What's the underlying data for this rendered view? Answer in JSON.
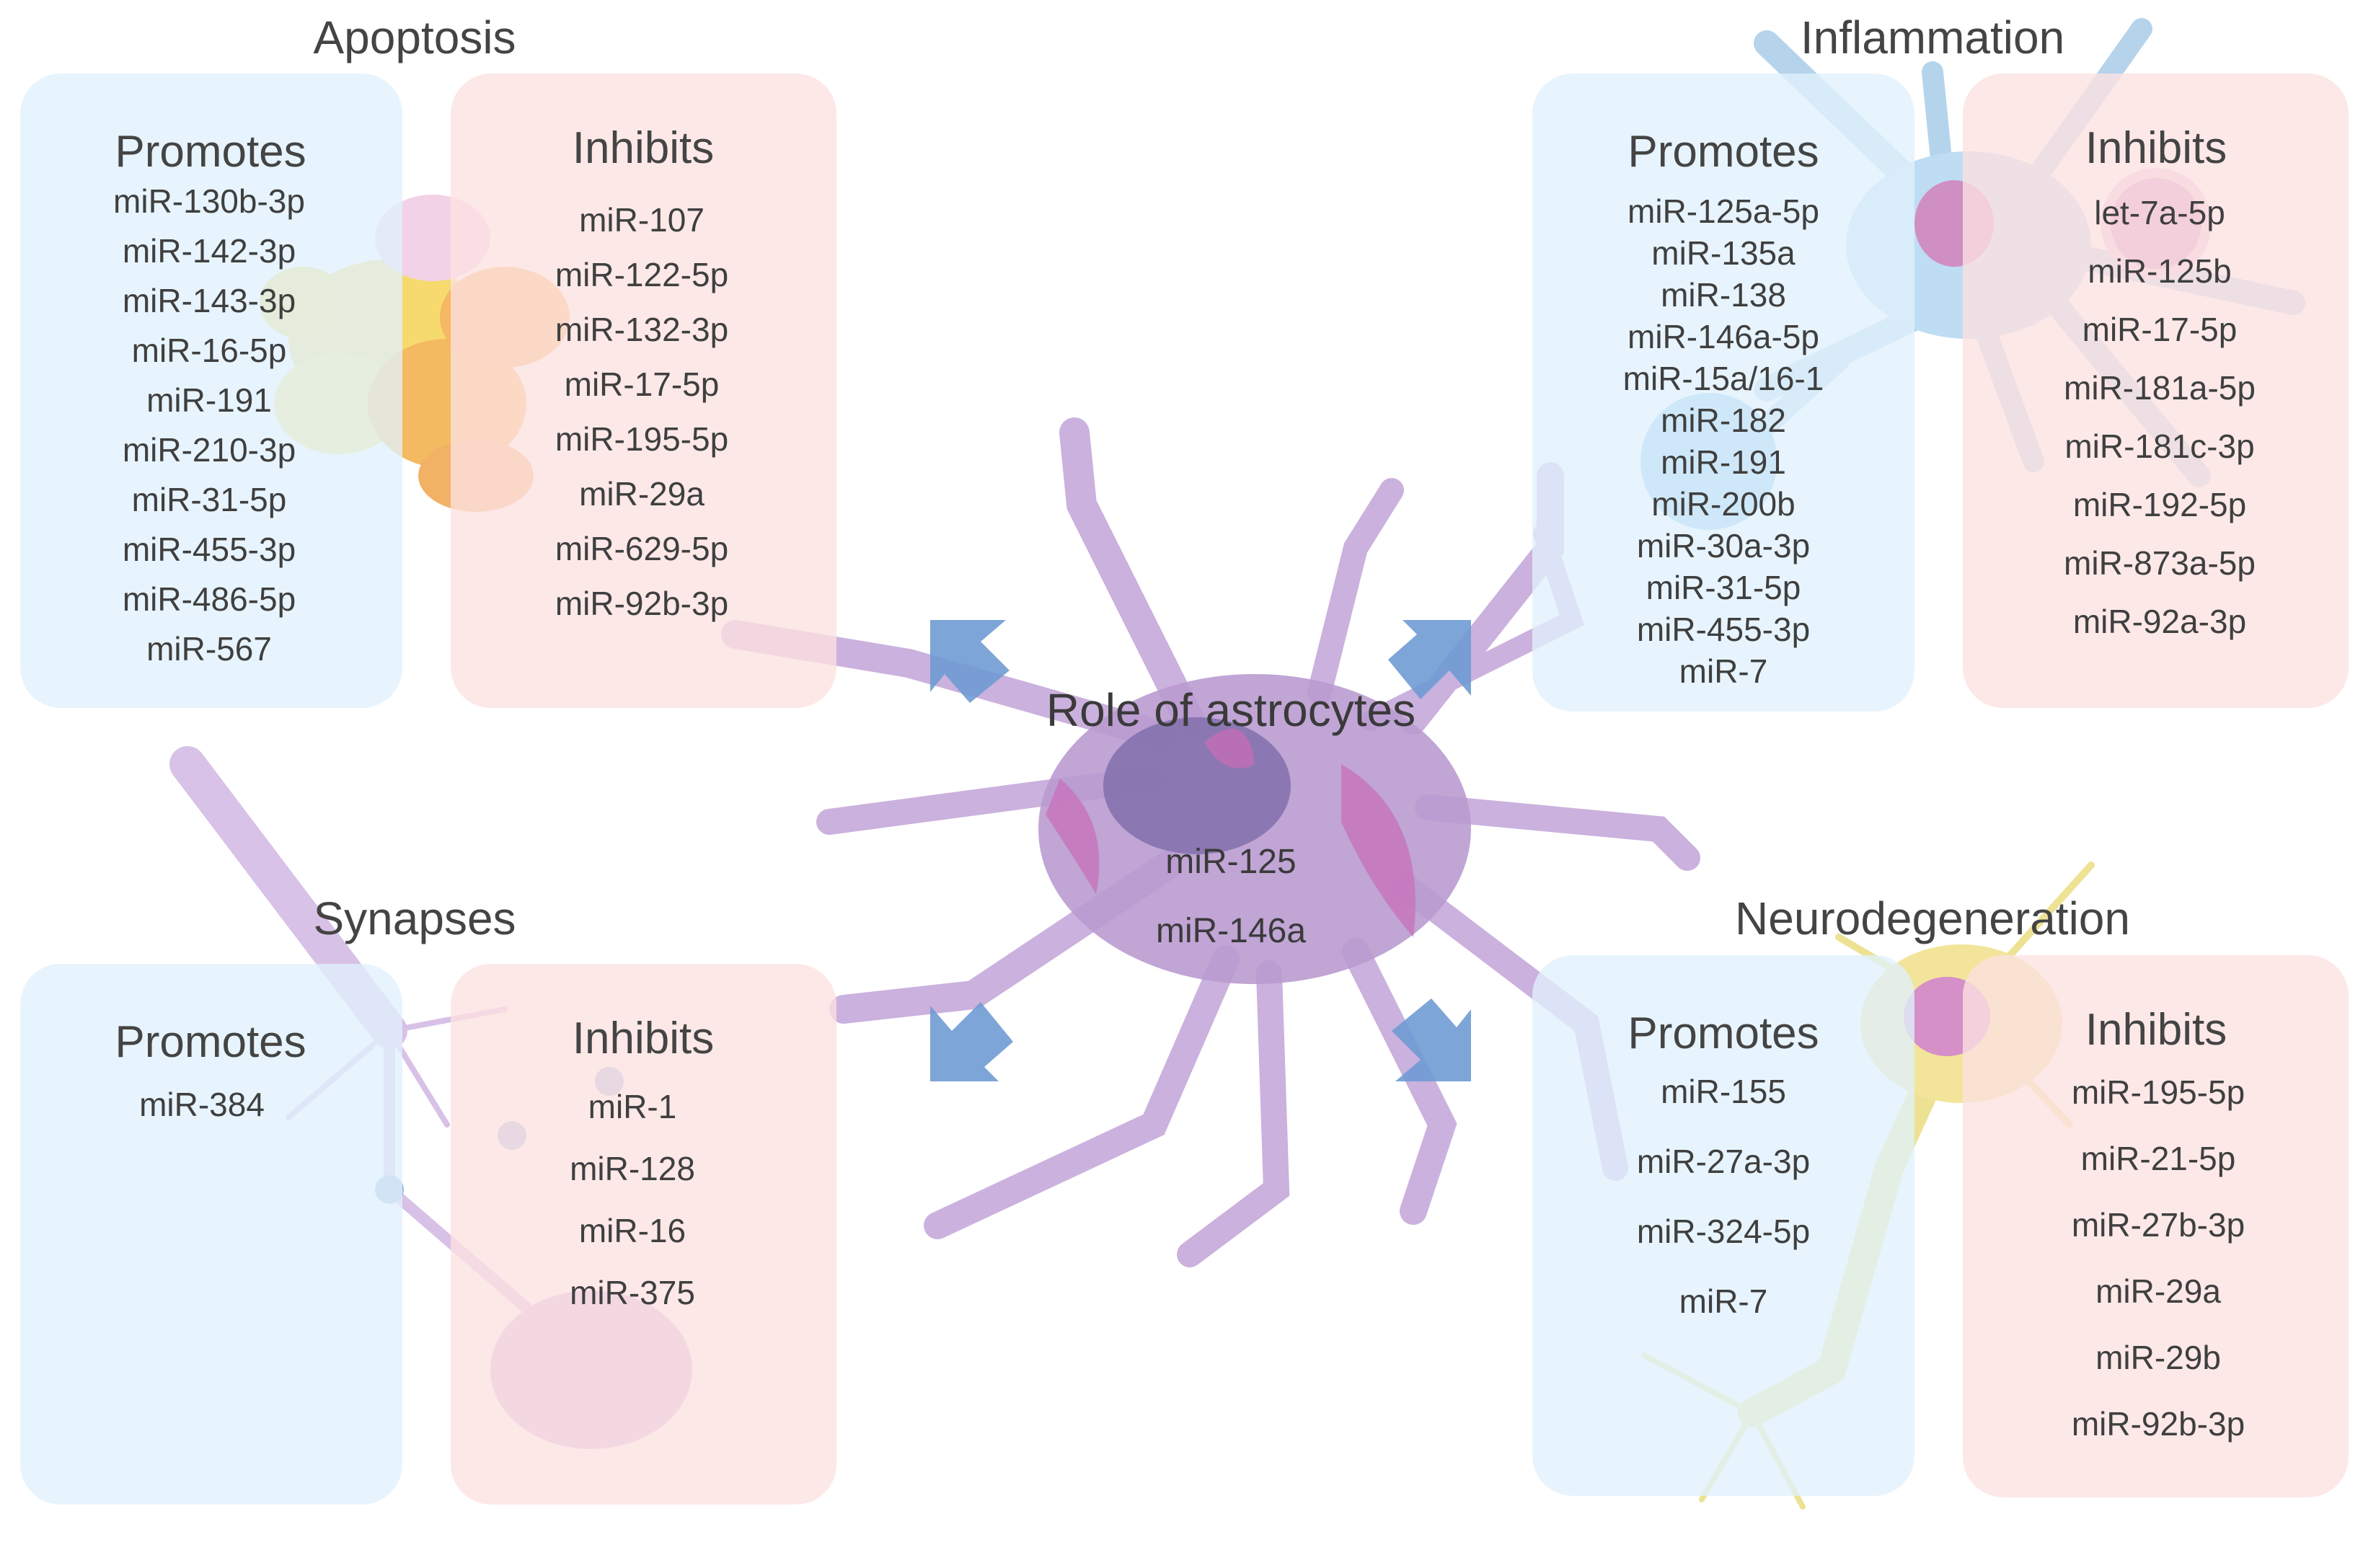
{
  "center": {
    "title": "Role of astrocytes",
    "mirnas": [
      "miR-125",
      "miR-146a"
    ]
  },
  "sections": {
    "apoptosis": {
      "title": "Apoptosis",
      "promotes_label": "Promotes",
      "inhibits_label": "Inhibits",
      "promotes": [
        "miR-130b-3p",
        "miR-142-3p",
        "miR-143-3p",
        "miR-16-5p",
        "miR-191",
        "miR-210-3p",
        "miR-31-5p",
        "miR-455-3p",
        "miR-486-5p",
        "miR-567"
      ],
      "inhibits": [
        "miR-107",
        "miR-122-5p",
        "miR-132-3p",
        "miR-17-5p",
        "miR-195-5p",
        "miR-29a",
        "miR-629-5p",
        "miR-92b-3p"
      ]
    },
    "inflammation": {
      "title": "Inflammation",
      "promotes_label": "Promotes",
      "inhibits_label": "Inhibits",
      "promotes": [
        "miR-125a-5p",
        "miR-135a",
        "miR-138",
        "miR-146a-5p",
        "miR-15a/16-1",
        "miR-182",
        "miR-191",
        "miR-200b",
        "miR-30a-3p",
        "miR-31-5p",
        "miR-455-3p",
        "miR-7"
      ],
      "inhibits": [
        "let-7a-5p",
        "miR-125b",
        "miR-17-5p",
        "miR-181a-5p",
        "miR-181c-3p",
        "miR-192-5p",
        "miR-873a-5p",
        "miR-92a-3p"
      ]
    },
    "synapses": {
      "title": "Synapses",
      "promotes_label": "Promotes",
      "inhibits_label": "Inhibits",
      "promotes": [
        "miR-384"
      ],
      "inhibits": [
        "miR-1",
        "miR-128",
        "miR-16",
        "miR-375"
      ]
    },
    "neurodegeneration": {
      "title": "Neurodegeneration",
      "promotes_label": "Promotes",
      "inhibits_label": "Inhibits",
      "promotes": [
        "miR-155",
        "miR-27a-3p",
        "miR-324-5p",
        "miR-7"
      ],
      "inhibits": [
        "miR-195-5p",
        "miR-21-5p",
        "miR-27b-3p",
        "miR-29a",
        "miR-29b",
        "miR-92b-3p"
      ]
    }
  },
  "colors": {
    "promotes_box": "#e0f1fc",
    "inhibits_box": "#fce2e2",
    "astrocyte": "#b99bd0",
    "arrow": "#6f9bd4"
  }
}
